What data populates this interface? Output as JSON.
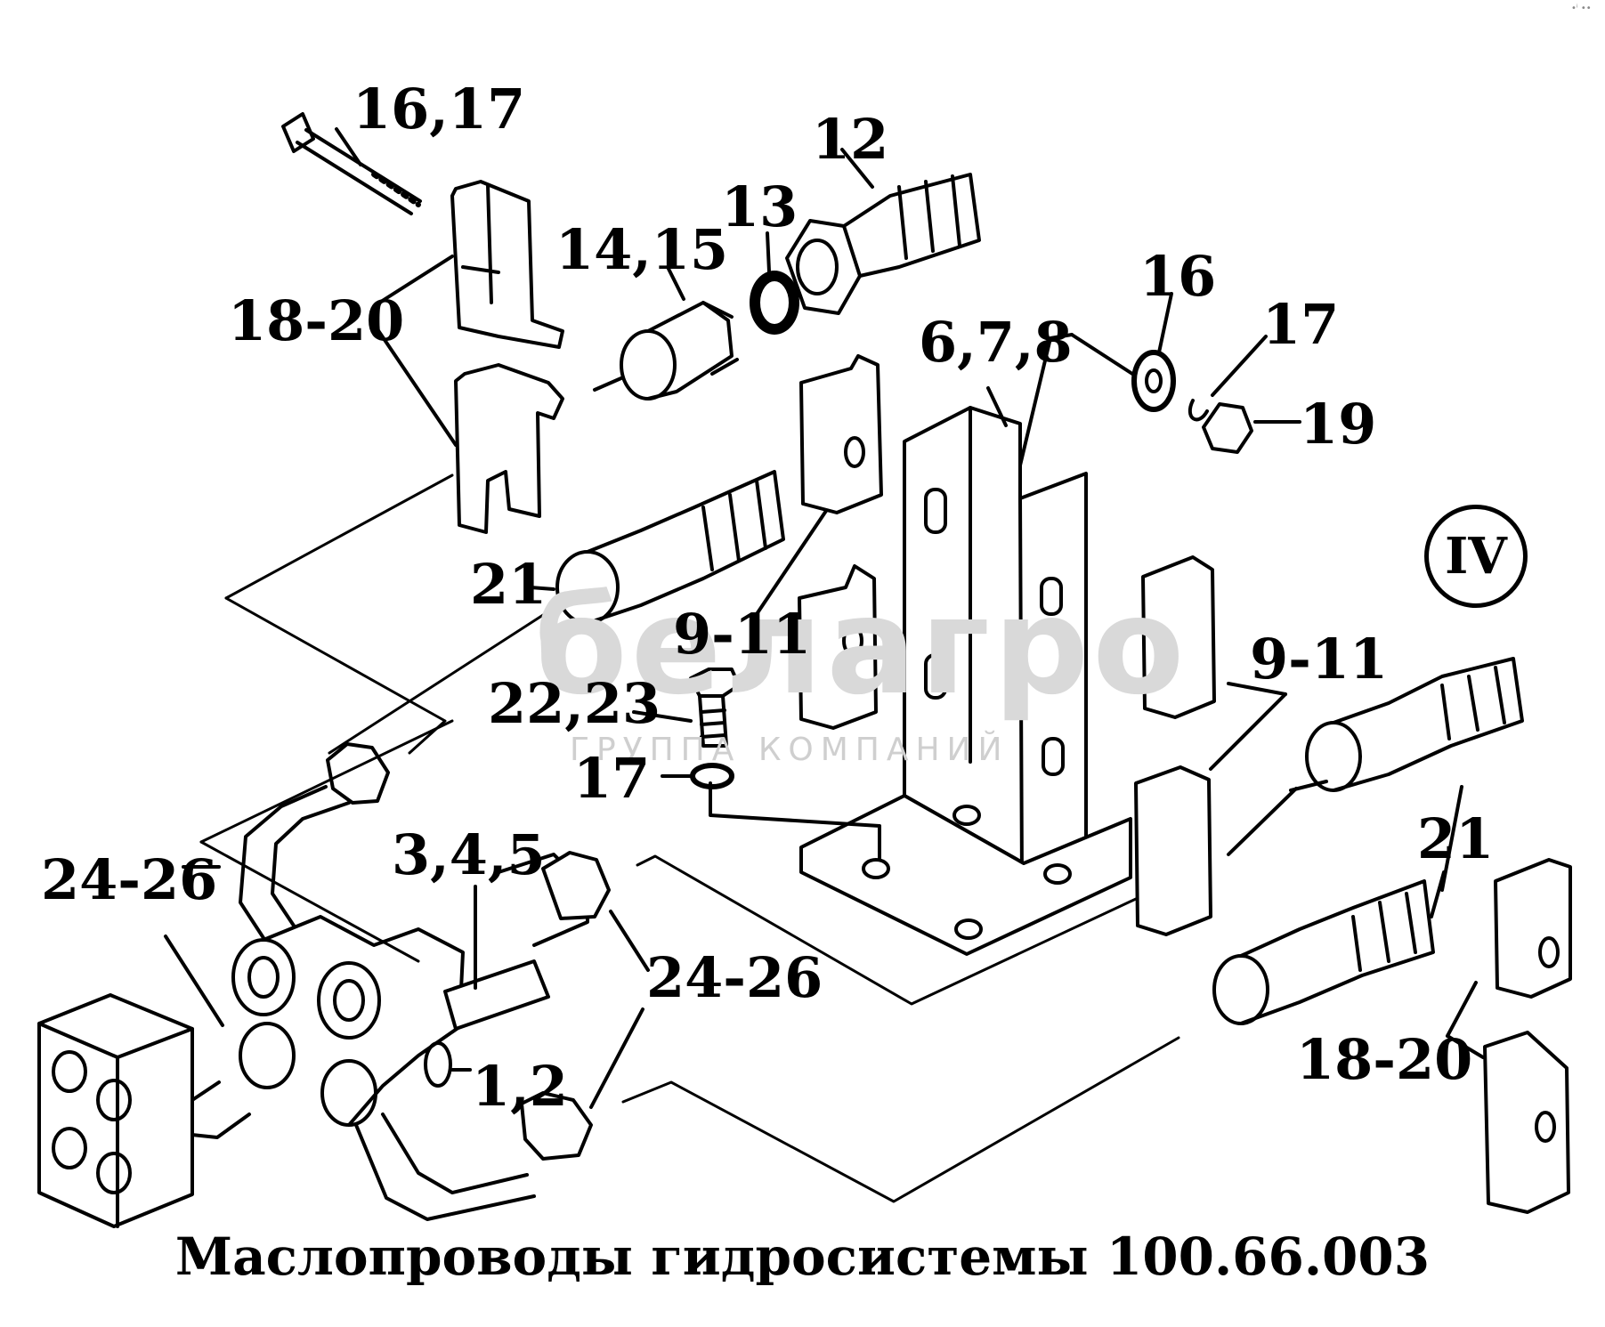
{
  "title": "Маслопроводы гидросистемы 100.66.003",
  "view_marker": "IV",
  "watermark": {
    "brand": "белагро",
    "tagline": "ГРУППА КОМПАНИЙ"
  },
  "corner_mark": "•ⁱ ••",
  "callouts": {
    "c_16_17": "16,17",
    "c_12": "12",
    "c_13": "13",
    "c_14_15": "14,15",
    "c_18_20_top": "18-20",
    "c_16": "16",
    "c_6_7_8": "6,7,8",
    "c_17_right": "17",
    "c_19": "19",
    "c_21_left": "21",
    "c_9_11_left": "9-11",
    "c_9_11_right": "9-11",
    "c_22_23": "22,23",
    "c_17_left": "17",
    "c_24_26_left": "24-26",
    "c_3_4_5": "3,4,5",
    "c_24_26_right": "24-26",
    "c_1_2": "1,2",
    "c_21_right": "21",
    "c_18_20_right": "18-20"
  }
}
